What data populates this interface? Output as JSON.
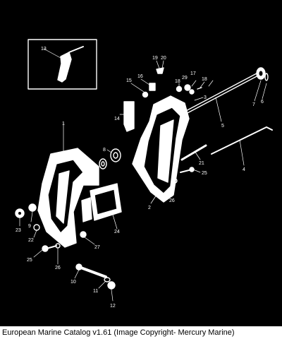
{
  "caption": "European Marine Catalog v1.61 (Image Copyright- Mercury Marine)",
  "colors": {
    "background": "#000000",
    "line": "#ffffff",
    "caption_bar": "#ffffff",
    "caption_text": "#000000"
  },
  "callouts": [
    "13",
    "19",
    "20",
    "15",
    "16",
    "18",
    "17",
    "29",
    "18",
    "3",
    "7",
    "6",
    "14",
    "5",
    "1",
    "8",
    "21",
    "4",
    "25",
    "2",
    "26",
    "24",
    "23",
    "9",
    "22",
    "27",
    "25",
    "26",
    "10",
    "11",
    "12"
  ]
}
